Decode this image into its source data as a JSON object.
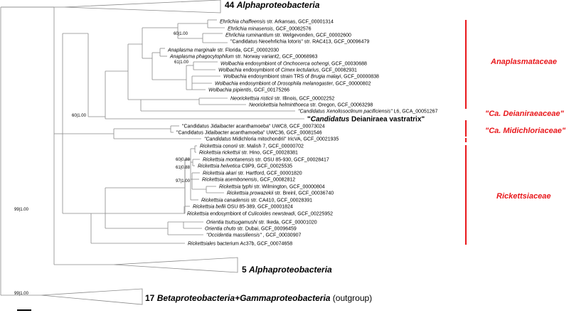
{
  "colors": {
    "branch": "#8a8a8a",
    "family": "#e8171b",
    "text": "#000000"
  },
  "collapsed": {
    "top": {
      "count": "44",
      "group": "Alphaproteobacteria"
    },
    "mid": {
      "count": "5",
      "group": "Alphaproteobacteria"
    },
    "outgroup": {
      "count": "17",
      "group": "Betaproteobacteria+Gammaproteobacteria",
      "suffix": "(outgroup)"
    }
  },
  "leaves": [
    {
      "id": "e_chaff",
      "parts": [
        [
          "Ehrlichia chaffeensis",
          "i"
        ],
        [
          " str. Arkansas, GCF_00001314",
          ""
        ]
      ]
    },
    {
      "id": "e_mina",
      "parts": [
        [
          "Ehrlichia minasensis",
          "i"
        ],
        [
          ", GCF_00082576",
          ""
        ]
      ]
    },
    {
      "id": "e_rum",
      "parts": [
        [
          "Ehrlichia ruminantium",
          "i"
        ],
        [
          " str. Welgevonden, GCF_00002600",
          ""
        ]
      ]
    },
    {
      "id": "neoehr",
      "parts": [
        [
          "\"Candidatus",
          ""
        ],
        [
          " Neoehrlichia lotoris\" str. RAC413, GCF_00096479",
          ""
        ]
      ]
    },
    {
      "id": "a_marg",
      "parts": [
        [
          "Anaplasma marginale",
          "i"
        ],
        [
          " str. Florida, GCF_00002030",
          ""
        ]
      ]
    },
    {
      "id": "a_phag",
      "parts": [
        [
          "Anaplasma phagocytophilum",
          "i"
        ],
        [
          " str. Norway variant2, GCF_00068963",
          ""
        ]
      ]
    },
    {
      "id": "w_onch",
      "parts": [
        [
          "Wolbachia",
          "i"
        ],
        [
          " endosymbiont of ",
          ""
        ],
        [
          "Onchocerca ochengi",
          "i"
        ],
        [
          ", GCF_00030688",
          ""
        ]
      ]
    },
    {
      "id": "w_cimex",
      "parts": [
        [
          "Wolbachia",
          "i"
        ],
        [
          " endosymbiont of ",
          ""
        ],
        [
          "Cimex lectularius",
          "i"
        ],
        [
          ", GCF_00082931",
          ""
        ]
      ]
    },
    {
      "id": "w_brugia",
      "parts": [
        [
          "Wolbachia",
          "i"
        ],
        [
          " endosymbiont strain TRS of ",
          ""
        ],
        [
          "Brugia malayi",
          "i"
        ],
        [
          ", GCF_00000838",
          ""
        ]
      ]
    },
    {
      "id": "w_dros",
      "parts": [
        [
          "Wolbachia",
          "i"
        ],
        [
          " endosymbiont of ",
          ""
        ],
        [
          "Drosophila melanogaster",
          "i"
        ],
        [
          ", GCF_00000802",
          ""
        ]
      ]
    },
    {
      "id": "w_pip",
      "parts": [
        [
          "Wolbachia pipientis",
          "i"
        ],
        [
          ", GCF_00175266",
          ""
        ]
      ]
    },
    {
      "id": "n_ris",
      "parts": [
        [
          "Neorickettsia risticii",
          "i"
        ],
        [
          " str. Illinois, GCF_00002252",
          ""
        ]
      ]
    },
    {
      "id": "n_helm",
      "parts": [
        [
          "Neorickettsia helminthoeca",
          "i"
        ],
        [
          " str. Oregon, GCF_00063298",
          ""
        ]
      ]
    },
    {
      "id": "xeno",
      "parts": [
        [
          "\"Candidatus Xenolissoclinum pacificiensis\"",
          "i"
        ],
        [
          " L6, GCA_00051267",
          ""
        ]
      ]
    },
    {
      "id": "deian",
      "big": true,
      "parts": [
        [
          "\"",
          "b"
        ],
        [
          "Candidatus",
          "bi"
        ],
        [
          " Deianiraea vastratrix\"",
          "b"
        ]
      ]
    },
    {
      "id": "jid8",
      "parts": [
        [
          "\"Candidatus",
          ""
        ],
        [
          " Jidaibacter acanthamoeba\" UWC8, GCF_00073024",
          ""
        ]
      ]
    },
    {
      "id": "jid36",
      "parts": [
        [
          "\"Candidatus",
          ""
        ],
        [
          " Jidaibacter acanthamoeba\" UWC36, GCF_00081546",
          ""
        ]
      ]
    },
    {
      "id": "midich",
      "parts": [
        [
          "\"Candidatus",
          "i"
        ],
        [
          " Midichloria mitochondrii\" IricVA, GCF_00021935",
          ""
        ]
      ]
    },
    {
      "id": "r_con",
      "parts": [
        [
          "Rickettsia conorii",
          "i"
        ],
        [
          " str. Malish 7, GCF_00000702",
          ""
        ]
      ]
    },
    {
      "id": "r_rick",
      "parts": [
        [
          "Rickettsia rickettsii",
          "i"
        ],
        [
          " str. Hino, GCF_00028381",
          ""
        ]
      ]
    },
    {
      "id": "r_mont",
      "parts": [
        [
          "Rickettsia montanensis",
          "i"
        ],
        [
          " str. OSU 85-930, GCF_00028417",
          ""
        ]
      ]
    },
    {
      "id": "r_helv",
      "parts": [
        [
          "Rickettsia helvetica",
          "i"
        ],
        [
          " C9P9, GCF_00025535",
          ""
        ]
      ]
    },
    {
      "id": "r_akari",
      "parts": [
        [
          "Rickettsia akari",
          "i"
        ],
        [
          " str. Hartford, GCF_00001820",
          ""
        ]
      ]
    },
    {
      "id": "r_asemb",
      "parts": [
        [
          "Rickettsia asembonensis",
          "i"
        ],
        [
          ", GCF_00082812",
          ""
        ]
      ]
    },
    {
      "id": "r_typhi",
      "parts": [
        [
          "Rickettsia typhi",
          "i"
        ],
        [
          " str. Wilmington, GCF_00000804",
          ""
        ]
      ]
    },
    {
      "id": "r_prow",
      "parts": [
        [
          "Rickettsia prowazekii",
          "i"
        ],
        [
          " str. Breinl, GCF_00036740",
          ""
        ]
      ]
    },
    {
      "id": "r_canad",
      "parts": [
        [
          "Rickettsia canadensis",
          "i"
        ],
        [
          " str. CA410, GCF_00028391",
          ""
        ]
      ]
    },
    {
      "id": "r_bellii",
      "parts": [
        [
          "Rickettsia bellii",
          "i"
        ],
        [
          " OSU 85-389, GCF_00001824",
          ""
        ]
      ]
    },
    {
      "id": "r_culic",
      "parts": [
        [
          "Rickettsia",
          "i"
        ],
        [
          " endosymbiont of ",
          ""
        ],
        [
          "Culicoides newsteadi",
          "i"
        ],
        [
          ", GCF_00225952",
          ""
        ]
      ]
    },
    {
      "id": "o_tsu",
      "parts": [
        [
          "Orientia tsutsugamushi",
          "i"
        ],
        [
          " str. Ikeda, GCF_00001020",
          ""
        ]
      ]
    },
    {
      "id": "o_chuto",
      "parts": [
        [
          "Orientia chuto",
          "i"
        ],
        [
          " str. Dubai, GCF_00096459",
          ""
        ]
      ]
    },
    {
      "id": "occid",
      "parts": [
        [
          "\"Occidentia massiliensis\"",
          "i"
        ],
        [
          " , GCF_00030907",
          ""
        ]
      ]
    },
    {
      "id": "ricket_ac",
      "parts": [
        [
          "Rickettsiales",
          "i"
        ],
        [
          " bacterium Ac37b, GCF_00074658",
          ""
        ]
      ]
    }
  ],
  "support_values": [
    {
      "id": "s_ehr",
      "label": "60|1.00"
    },
    {
      "id": "s_wol",
      "label": "61|1.00"
    },
    {
      "id": "s_deian",
      "label": "60|1.00"
    },
    {
      "id": "s_rmont",
      "label": "60|0.88"
    },
    {
      "id": "s_rhelv",
      "label": "61|0.88"
    },
    {
      "id": "s_rasemb",
      "label": "97|1.00"
    },
    {
      "id": "s_root",
      "label": "99|1.00"
    },
    {
      "id": "s_out",
      "label": "99|1.00"
    }
  ],
  "families": [
    {
      "id": "anaplasmataceae",
      "parts": [
        [
          "Anaplasmataceae",
          "i"
        ]
      ]
    },
    {
      "id": "deianiraeaceae",
      "parts": [
        [
          "\"",
          ""
        ],
        [
          "Ca",
          "i"
        ],
        [
          ". Deianiraeaceae\"",
          ""
        ]
      ]
    },
    {
      "id": "midichloriaceae",
      "parts": [
        [
          "\"",
          ""
        ],
        [
          "Ca",
          "i"
        ],
        [
          ". Midichloriaceae\"",
          ""
        ]
      ]
    },
    {
      "id": "rickettsiaceae",
      "parts": [
        [
          "Rickettsiaceae",
          "i"
        ]
      ]
    }
  ]
}
